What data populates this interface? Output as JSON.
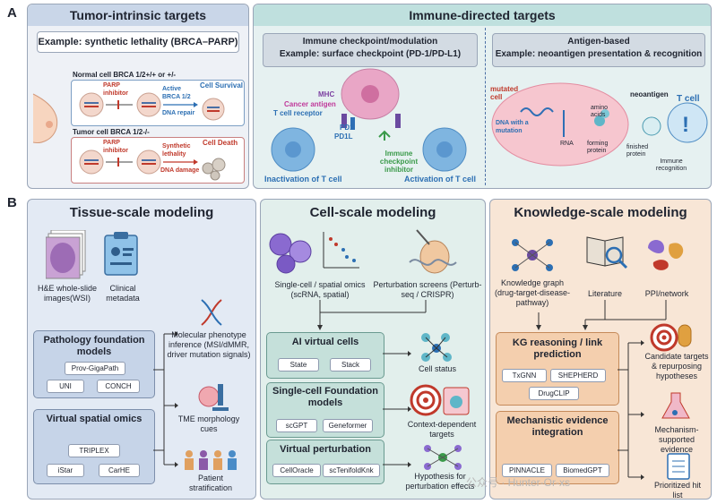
{
  "panel_letters": {
    "a": "A",
    "b": "B"
  },
  "panel_a": {
    "left": {
      "title": "Tumor-intrinsic targets",
      "example": "Example: synthetic lethality (BRCA–PARP)",
      "normal_label": "Normal cell BRCA 1/2+/+ or +/-",
      "tumor_label": "Tumor cell BRCA 1/2-/-",
      "parp": "PARP inhibitor",
      "active_brca": "Active BRCA 1/2",
      "dna_repair": "DNA repair",
      "cell_survival": "Cell Survival",
      "synthetic_lethality": "Synthetic lethality",
      "dna_damage": "DNA damage",
      "cell_death": "Cell Death"
    },
    "right": {
      "title": "Immune-directed targets",
      "checkpoint_title": "Immune checkpoint/modulation",
      "checkpoint_example": "Example: surface checkpoint (PD-1/PD-L1)",
      "antigen_title": "Antigen-based",
      "antigen_example": "Example: neoantigen presentation & recognition",
      "mhc": "MHC",
      "cancer_antigen": "Cancer antigen",
      "tcr": "T cell receptor",
      "pd1": "PD1",
      "pdl1": "PD1L",
      "inhibitor": "Immune checkpoint inhibitor",
      "inactivation": "Inactivation of T cell",
      "activation": "Activation of T cell",
      "mutated_cell": "mutated cell",
      "dna_mutation": "DNA with a mutation",
      "rna": "RNA",
      "amino_acids": "amino acids",
      "forming_protein": "forming protein",
      "neoantigen": "neoantigen",
      "finished_protein": "finished protein",
      "immune_recognition": "Immune recognition",
      "t_cell": "T cell"
    }
  },
  "panel_b": {
    "tissue": {
      "title": "Tissue-scale modeling",
      "wsi": "H&E whole-slide images(WSI)",
      "clinical": "Clinical metadata",
      "pfm_title": "Pathology foundation models",
      "pfm_models": [
        "Prov-GigaPath",
        "UNI",
        "CONCH"
      ],
      "vso_title": "Virtual spatial omics",
      "vso_models": [
        "TRIPLEX",
        "iStar",
        "CarHE"
      ],
      "out_molecular": "Molecular phenotype inference (MSI/dMMR, driver mutation signals)",
      "out_tme": "TME morphology cues",
      "out_patient": "Patient stratification"
    },
    "cell": {
      "title": "Cell-scale modeling",
      "omics": "Single-cell / spatial omics (scRNA, spatial)",
      "perturb": "Perturbation screens (Perturb-seq / CRISPR)",
      "avc_title": "AI virtual cells",
      "avc_models": [
        "State",
        "Stack"
      ],
      "scfm_title": "Single-cell Foundation models",
      "scfm_models": [
        "scGPT",
        "Geneformer"
      ],
      "vp_title": "Virtual perturbation",
      "vp_models": [
        "CellOracle",
        "scTenifoldKnk"
      ],
      "out_status": "Cell status",
      "out_context": "Context-dependent targets",
      "out_hypo": "Hypothesis for perturbation effects"
    },
    "knowledge": {
      "title": "Knowledge-scale modeling",
      "kg": "Knowledge graph (drug-target-disease-pathway)",
      "literature": "Literature",
      "ppi": "PPI/network",
      "kgr_title": "KG reasoning / link prediction",
      "kgr_models": [
        "TxGNN",
        "SHEPHERD",
        "DrugCLIP"
      ],
      "mei_title": "Mechanistic evidence integration",
      "mei_models": [
        "PINNACLE",
        "BiomedGPT"
      ],
      "out_candidate": "Candidate targets & repurposing hypotheses",
      "out_mech": "Mechanism-supported evidence",
      "out_hit": "Prioritized hit list"
    }
  },
  "watermark": "公众号 · Hunter-Or-xs",
  "colors": {
    "tissue_bg": "#e3eaf4",
    "cell_bg": "#e2efec",
    "knowledge_bg": "#f8e6d6",
    "immune_bg": "#e0efef",
    "tumor_bg": "#eef1f6",
    "red": "#c0392b",
    "blue": "#2c6fb3"
  }
}
